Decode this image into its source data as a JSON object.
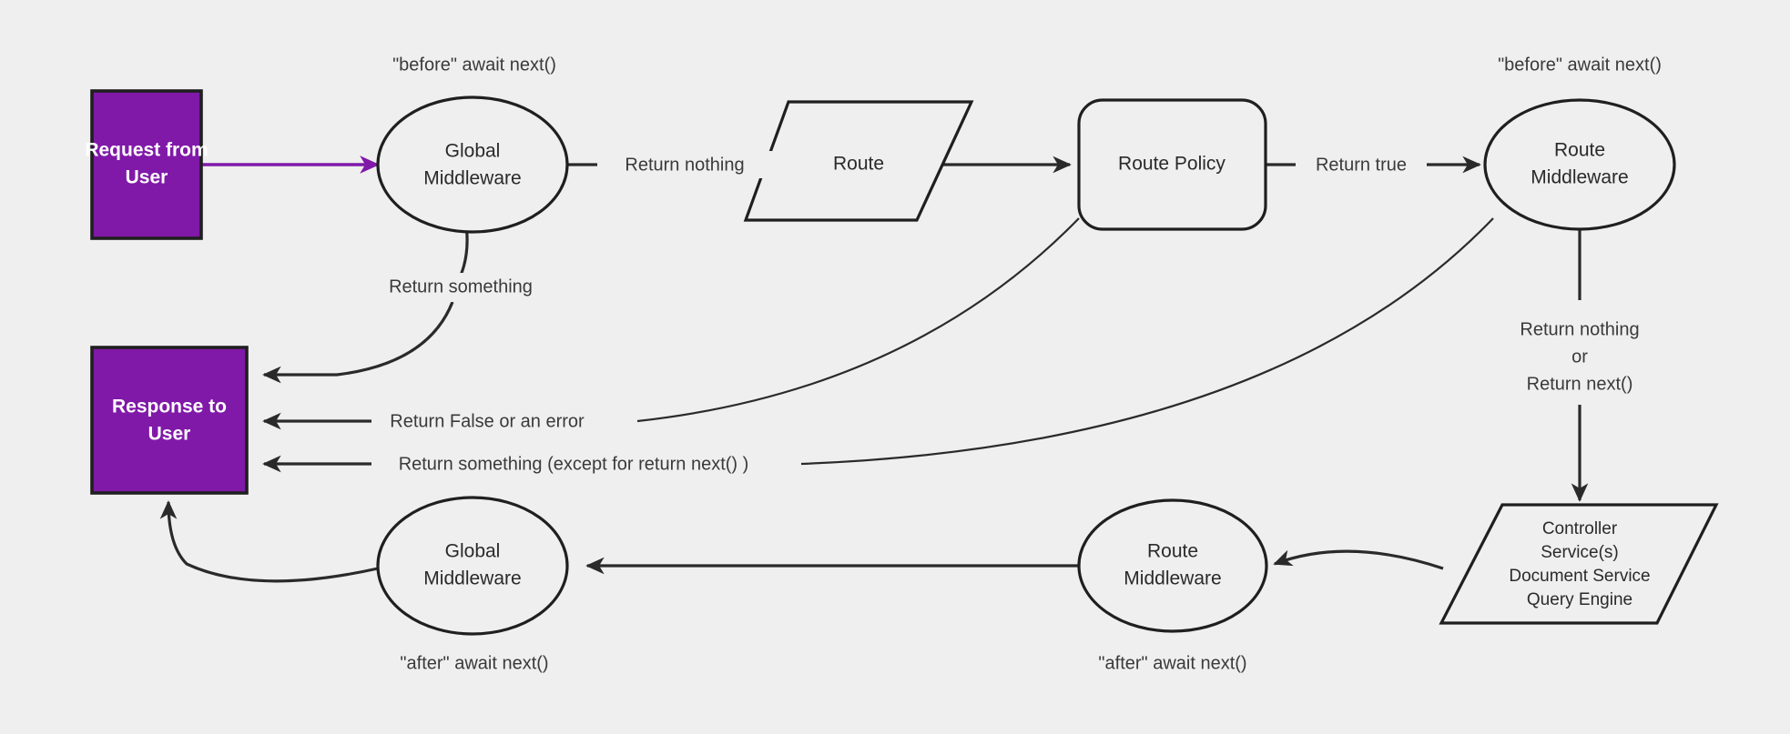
{
  "diagram": {
    "title": "Request lifecycle middleware flow",
    "background_color": "#efefef",
    "accent_color": "#8019a8",
    "stroke_color": "#2a2a2a"
  },
  "nodes": {
    "request_from_user": {
      "line1": "Request from",
      "line2": "User",
      "shape": "rectangle"
    },
    "global_middleware_top": {
      "line1": "Global",
      "line2": "Middleware",
      "shape": "ellipse"
    },
    "route": {
      "line1": "Route",
      "shape": "parallelogram"
    },
    "route_policy": {
      "line1": "Route Policy",
      "shape": "rounded-rectangle"
    },
    "route_middleware_top": {
      "line1": "Route",
      "line2": "Middleware",
      "shape": "ellipse"
    },
    "controller_group": {
      "line1": "Controller",
      "line2": "Service(s)",
      "line3": "Document Service",
      "line4": "Query Engine",
      "shape": "parallelogram"
    },
    "route_middleware_bottom": {
      "line1": "Route",
      "line2": "Middleware",
      "shape": "ellipse"
    },
    "global_middleware_bottom": {
      "line1": "Global",
      "line2": "Middleware",
      "shape": "ellipse"
    },
    "response_to_user": {
      "line1": "Response to",
      "line2": "User",
      "shape": "rectangle"
    }
  },
  "annotations": {
    "before_await_next_global": "\"before\" await next()",
    "before_await_next_route": "\"before\" await next()",
    "after_await_next_global": "\"after\" await next()",
    "after_await_next_route": "\"after\" await next()",
    "return_nothing_or_next_line1": "Return nothing",
    "return_nothing_or_next_line2": "or",
    "return_nothing_or_next_line3": "Return next()"
  },
  "edges": {
    "request_to_global": "",
    "global_to_route": "Return nothing",
    "route_to_policy": "",
    "policy_to_route_middleware": "Return true",
    "global_to_response": "Return something",
    "policy_to_response": "Return False or an error",
    "route_middleware_to_response": "Return something (except for return next() )",
    "route_middleware_to_controller": "",
    "controller_to_route_middleware_bottom": "",
    "route_middleware_bottom_to_global_bottom": "",
    "global_bottom_to_response": ""
  }
}
